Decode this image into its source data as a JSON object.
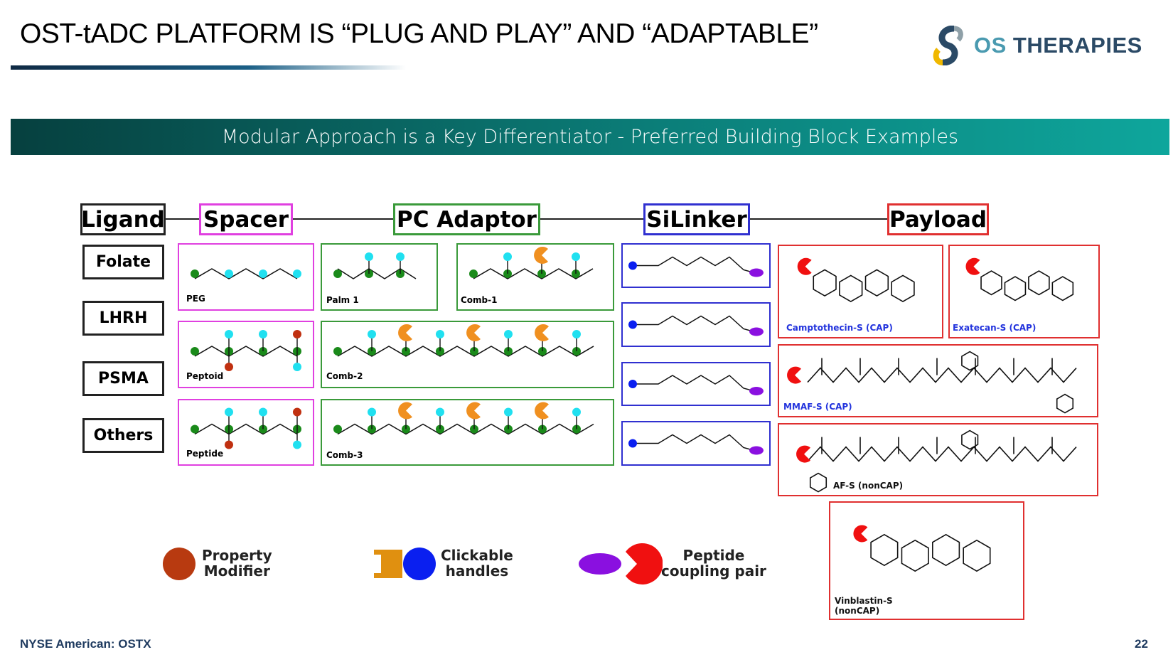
{
  "header": {
    "title": "OST-tADC PLATFORM IS “PLUG AND PLAY” AND “ADAPTABLE”",
    "logo_text_os": "OS",
    "logo_text_rest": " THERAPIES"
  },
  "banner": "Modular Approach is a Key Differentiator - Preferred Building Block Examples",
  "columns": {
    "ligand": "Ligand",
    "spacer": "Spacer",
    "pc_adaptor": "PC Adaptor",
    "silinker": "SiLinker",
    "payload": "Payload"
  },
  "ligands": [
    "Folate",
    "LHRH",
    "PSMA",
    "Others"
  ],
  "spacers": [
    "PEG",
    "Peptoid",
    "Peptide"
  ],
  "adaptors": [
    "Palm 1",
    "Comb-1",
    "Comb-2",
    "Comb-3"
  ],
  "payloads": [
    "Camptothecin-S (CAP)",
    "Exatecan-S (CAP)",
    "MMAF-S (CAP)",
    "AF-S (nonCAP)",
    "Vinblastin-S (nonCAP)"
  ],
  "legend": {
    "property": [
      "Property",
      "Modifier"
    ],
    "clickable": [
      "Clickable",
      "handles"
    ],
    "peptide": [
      "Peptide",
      "coupling pair"
    ]
  },
  "colors": {
    "spacer": "#e040e0",
    "adaptor": "#3a9a3a",
    "silinker": "#3030d0",
    "payload": "#e03030",
    "ligand": "#222222"
  },
  "footer": {
    "ticker": "NYSE American: OSTX",
    "page": "22"
  }
}
